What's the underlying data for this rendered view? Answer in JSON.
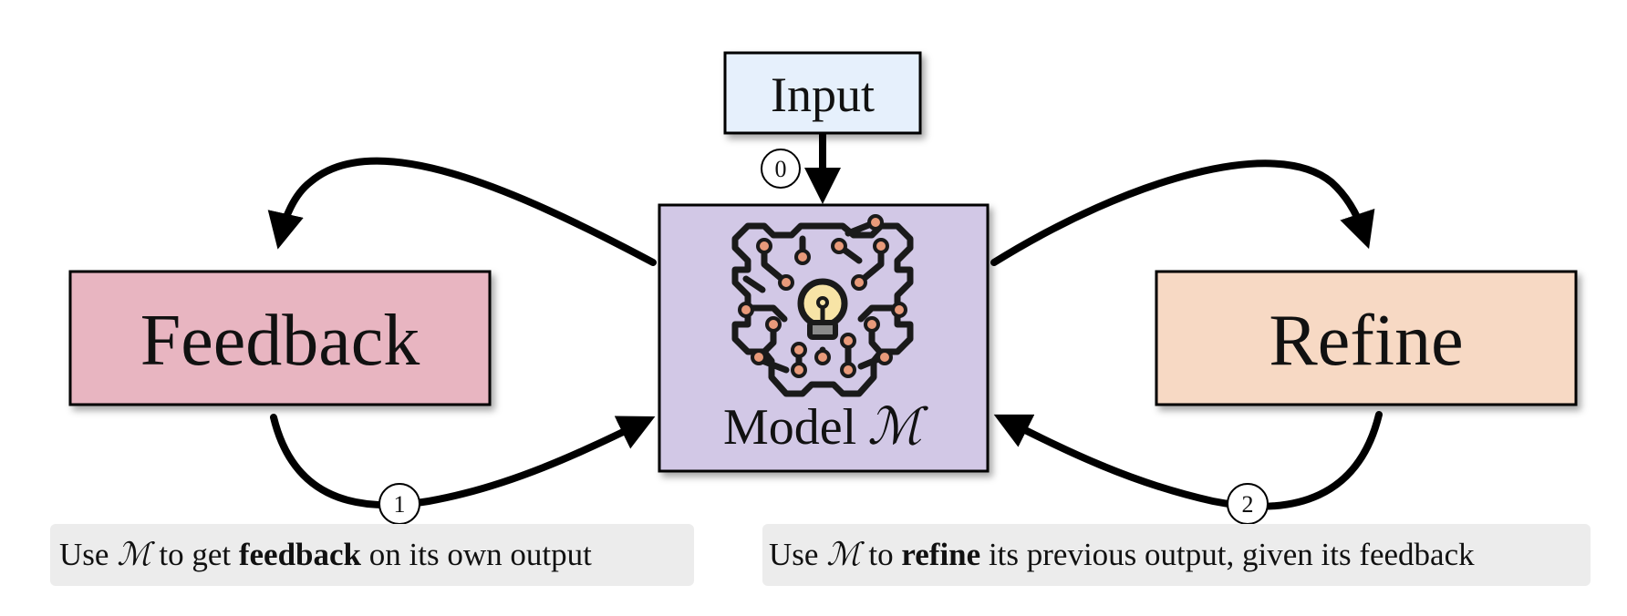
{
  "nodes": {
    "input": "Input",
    "feedback": "Feedback",
    "refine": "Refine",
    "model_name": "Model",
    "model_symbol": "ℳ"
  },
  "steps": {
    "step0": "0",
    "step1": "1",
    "step2": "2"
  },
  "captions": {
    "feedback": {
      "prefix": "Use",
      "symbol": "ℳ",
      "to": "to get",
      "bold": "feedback",
      "rest": "on its own output"
    },
    "refine": {
      "prefix": "Use",
      "symbol": "ℳ",
      "to": "to",
      "bold": "refine",
      "rest": "its previous output, given its feedback"
    }
  },
  "colors": {
    "input_fill": "#e6f0fc",
    "feedback_fill": "#e8b5c1",
    "model_fill": "#d2c8e6",
    "refine_fill": "#f7d9c4",
    "caption_bg": "#ececec",
    "bulb": "#f7e4a6",
    "circuit_node": "#e89a7a"
  },
  "icons": {
    "model": "brain-circuit-lightbulb-icon"
  }
}
